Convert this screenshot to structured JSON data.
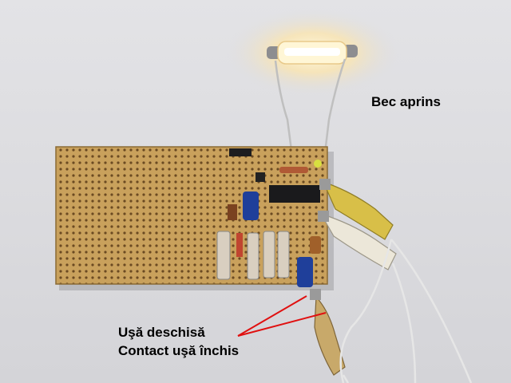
{
  "labels": {
    "bulb_on": "Bec aprins",
    "door_open": "Uşă deschisă",
    "contact_closed": "Contact uşă închis"
  },
  "colors": {
    "background": "#dcdcdf",
    "board": "#c9a15c",
    "arrow": "#e01010",
    "bulb_glow": "#fff4c0"
  }
}
